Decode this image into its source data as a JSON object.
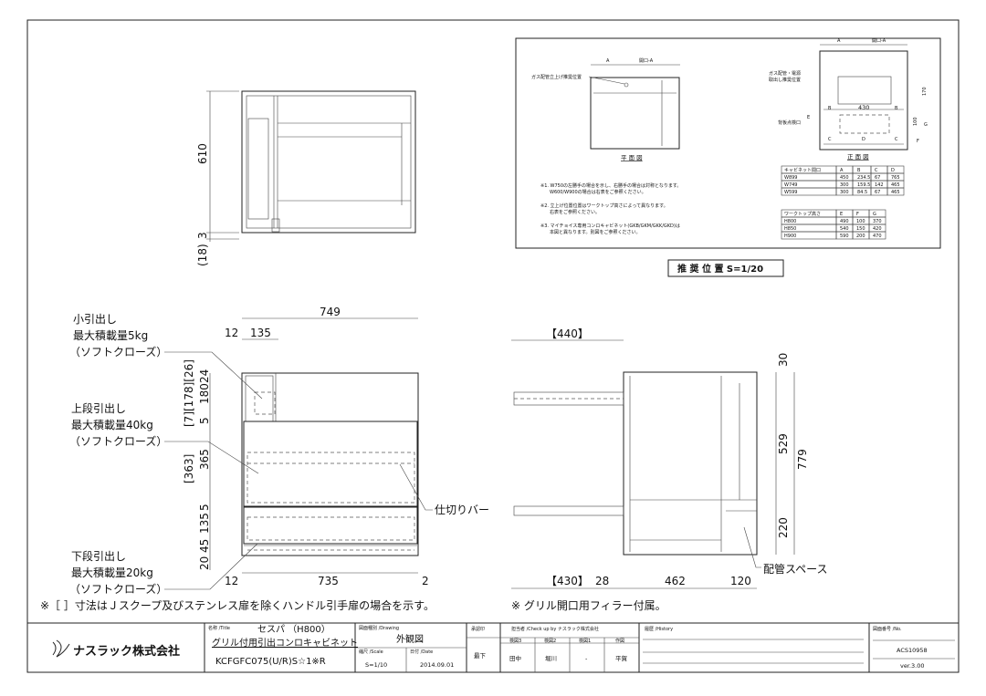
{
  "plan_view": {
    "dim_depth": "610",
    "dim_bottom_a": "3",
    "dim_bottom_b": "(18)"
  },
  "inset": {
    "plan_label": "平 面 図",
    "front_label": "正 面 図",
    "dim_a": "A",
    "dim_opening": "開口-A",
    "gas_pipe_label": "ガス配管立上げ推奨位置",
    "gas_elec_label_1": "ガス配管・電源",
    "gas_elec_label_2": "取出し推奨位置",
    "back_panel_label": "背板点検口",
    "dim_430": "430",
    "dim_170": "170",
    "dim_100": "100",
    "dim_b": "B",
    "dim_c": "C",
    "dim_d": "D",
    "dim_e": "E",
    "dim_f": "F",
    "dim_g": "G",
    "notes": [
      "※1. W750の左勝手の場合を示し、右勝手の場合は対称となります。",
      "W600/W900の場合は右表をご参照ください。",
      "※2. 立上げ位置位置はワークトップ高さによって異なります。",
      "右表をご参照ください。",
      "※3. マイチョイス専用コンロキャビネット(GKB/GKM/GKK/GKD)は",
      "本図と異なります。別図をご参照ください。"
    ],
    "table1": {
      "headers": [
        "キャビネット間口",
        "A",
        "B",
        "C",
        "D"
      ],
      "rows": [
        [
          "W899",
          "450",
          "234.5",
          "67",
          "765"
        ],
        [
          "W749",
          "300",
          "159.5",
          "142",
          "465"
        ],
        [
          "W599",
          "300",
          "84.5",
          "67",
          "465"
        ]
      ]
    },
    "table2": {
      "headers": [
        "ワークトップ高さ",
        "E",
        "F",
        "G"
      ],
      "rows": [
        [
          "H800",
          "490",
          "100",
          "370"
        ],
        [
          "H850",
          "540",
          "150",
          "420"
        ],
        [
          "H900",
          "590",
          "200",
          "470"
        ]
      ]
    },
    "caption": "推 奨 位 置 S=1/20"
  },
  "front_view": {
    "dim_width": "749",
    "dim_left": "12",
    "dim_small": "135",
    "dim_v": [
      "24",
      "180",
      "5",
      "365",
      "5",
      "135",
      "45",
      "20"
    ],
    "dim_bracket_1": "[7][178][26]",
    "dim_bracket_2": "[363]",
    "dim_bottom_left": "12",
    "dim_bottom_mid": "735",
    "dim_bottom_right": "2",
    "small_drawer": [
      "小引出し",
      "最大積載量5kg",
      "（ソフトクローズ）"
    ],
    "upper_drawer": [
      "上段引出し",
      "最大積載量40kg",
      "（ソフトクローズ）"
    ],
    "lower_drawer": [
      "下段引出し",
      "最大積載量20kg",
      "（ソフトクローズ）"
    ],
    "divider_bar": "仕切りバー"
  },
  "side_view": {
    "dim_top": "【440】",
    "dim_bottom": "【430】",
    "dim_28": "28",
    "dim_462": "462",
    "dim_120": "120",
    "dim_30": "30",
    "dim_529": "529",
    "dim_220": "220",
    "dim_779": "779",
    "pipe_space": "配管スペース"
  },
  "notes": {
    "note1": "※［ ］寸法はＪスクープ及びステンレス扉を除くハンドル引手扉の場合を示す。",
    "note2": "※ グリル開口用フィラー付属。"
  },
  "title_block": {
    "company": "ナスラック株式会社",
    "name_label": "名称 /Title",
    "product_name": "セスパ （H800）",
    "product_desc": "グリル付用引出コンロキャビネット",
    "model": "KCFGFC075(U/R)S☆1※R",
    "drawing_label": "図面種別 /Drawing",
    "drawing_type": "外観図",
    "scale_label": "縮尺 /Scale",
    "scale": "S=1/10",
    "date_label": "日付 /Date",
    "date": "2014.09.01",
    "dept_label": "承認印",
    "dept": "最下",
    "check_label": "担当者 /Check up by ナスラック株式会社",
    "check_cols": [
      "検図3",
      "検図2",
      "検図1",
      "作図"
    ],
    "check_names": [
      "田中",
      "堀川",
      "-",
      "平賀"
    ],
    "history_label": "履歴 /History",
    "no_label": "図面番号 /No.",
    "drawing_no": "ACS10958",
    "version": "ver.3.00"
  }
}
